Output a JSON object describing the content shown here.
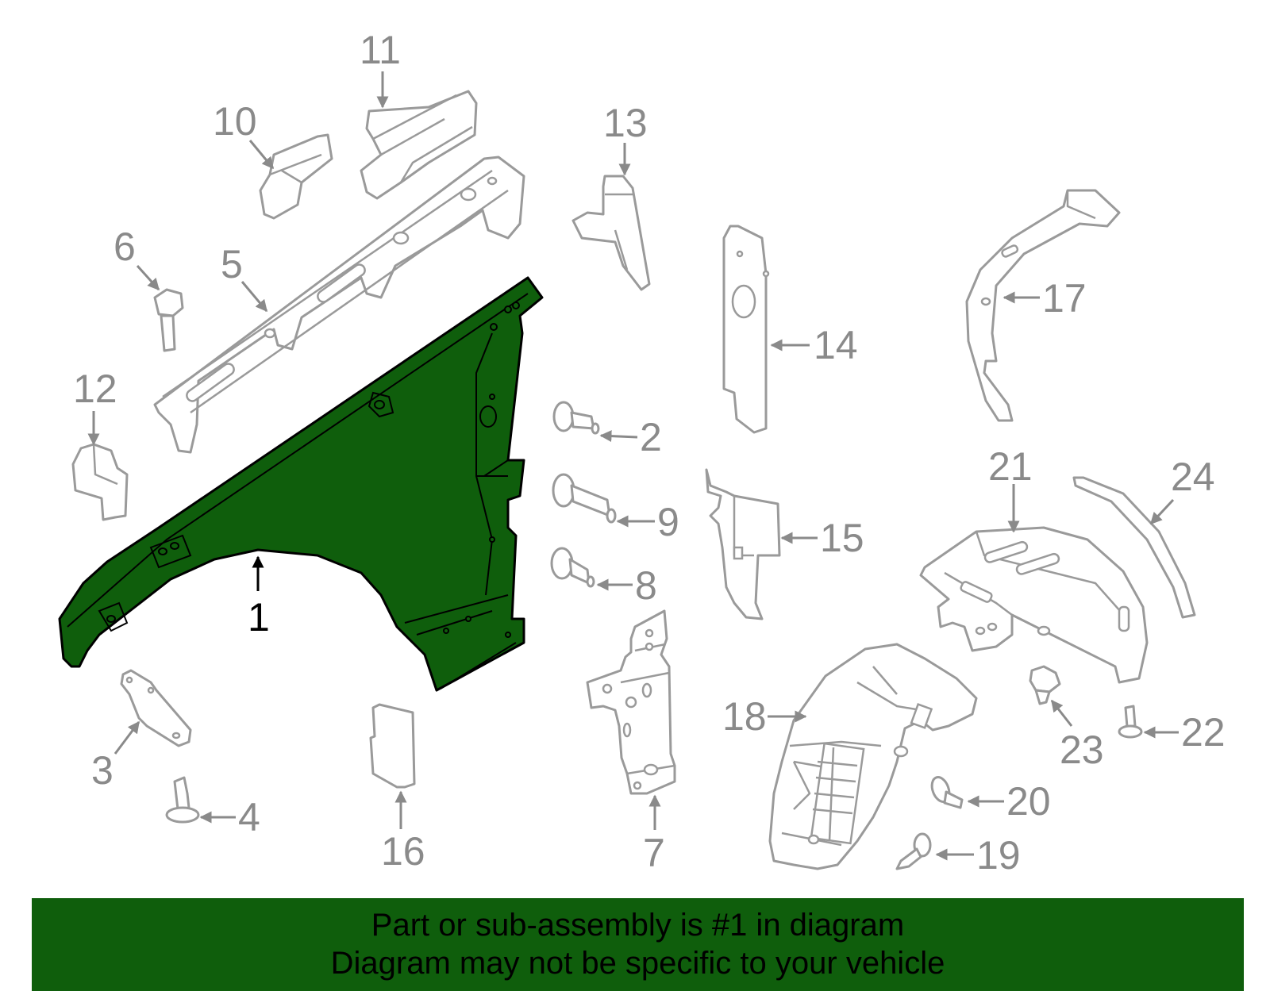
{
  "callouts": {
    "c1": "1",
    "c2": "2",
    "c3": "3",
    "c4": "4",
    "c5": "5",
    "c6": "6",
    "c7": "7",
    "c8": "8",
    "c9": "9",
    "c10": "10",
    "c11": "11",
    "c12": "12",
    "c13": "13",
    "c14": "14",
    "c15": "15",
    "c16": "16",
    "c17": "17",
    "c18": "18",
    "c19": "19",
    "c20": "20",
    "c21": "21",
    "c22": "22",
    "c23": "23",
    "c24": "24"
  },
  "banner": {
    "line1": "Part or sub-assembly is #1 in diagram",
    "line2": "Diagram may not be specific to your vehicle"
  },
  "colors": {
    "highlight": "#0f5e0c",
    "part_line": "#9a9a9a",
    "callout_text": "#8a8a8a",
    "main_text": "#000000"
  }
}
